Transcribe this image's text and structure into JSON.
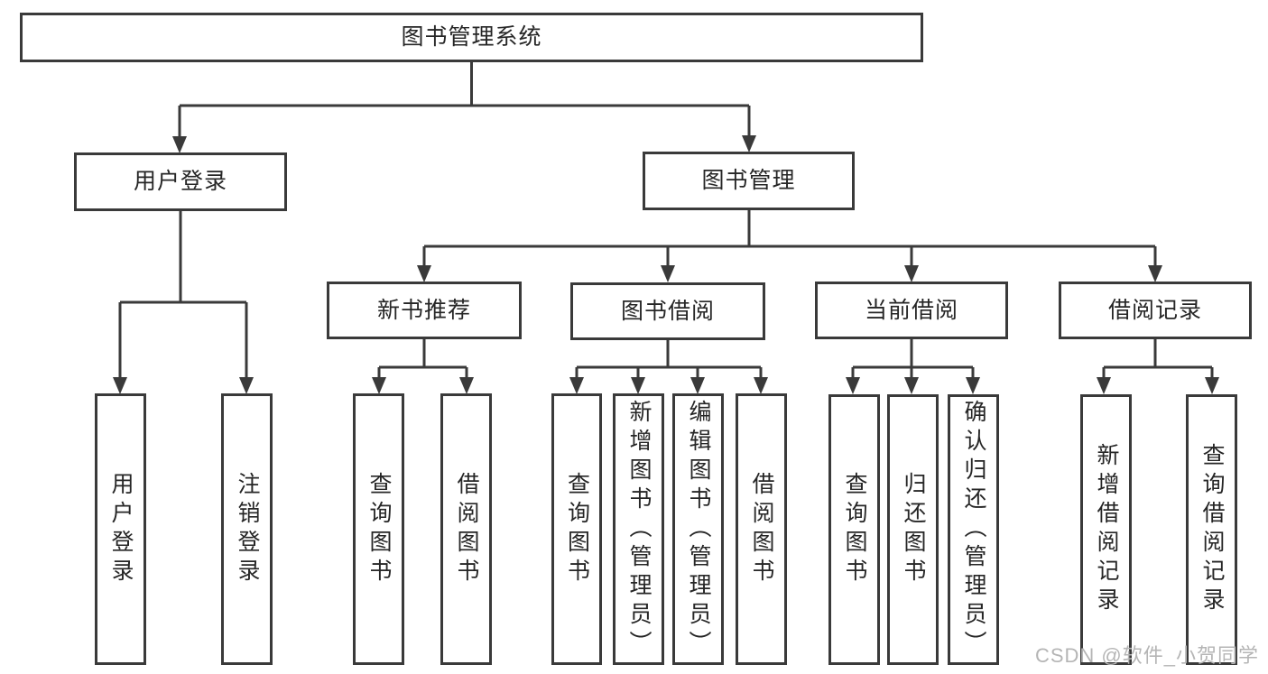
{
  "diagram_type": "functional-structure-tree",
  "colors": {
    "line": "#3a3a3a",
    "box_border": "#3a3a3a",
    "text": "#262626",
    "watermark": "#b5b5b5",
    "background": "#ffffff"
  },
  "tree": {
    "root": {
      "label": "图书管理系统",
      "children": [
        {
          "label": "用户登录",
          "children": [
            {
              "label": "用户登录"
            },
            {
              "label": "注销登录"
            }
          ]
        },
        {
          "label": "图书管理",
          "children": [
            {
              "label": "新书推荐",
              "children": [
                {
                  "label": "查询图书"
                },
                {
                  "label": "借阅图书"
                }
              ]
            },
            {
              "label": "图书借阅",
              "children": [
                {
                  "label": "查询图书"
                },
                {
                  "label": "新增图书（管理员）"
                },
                {
                  "label": "编辑图书（管理员）"
                },
                {
                  "label": "借阅图书"
                }
              ]
            },
            {
              "label": "当前借阅",
              "children": [
                {
                  "label": "查询图书"
                },
                {
                  "label": "归还图书"
                },
                {
                  "label": "确认归还（管理员）"
                }
              ]
            },
            {
              "label": "借阅记录",
              "children": [
                {
                  "label": "新增借阅记录"
                },
                {
                  "label": "查询借阅记录"
                }
              ]
            }
          ]
        }
      ]
    }
  },
  "watermark": {
    "text": "CSDN @软件_小贺同学"
  }
}
